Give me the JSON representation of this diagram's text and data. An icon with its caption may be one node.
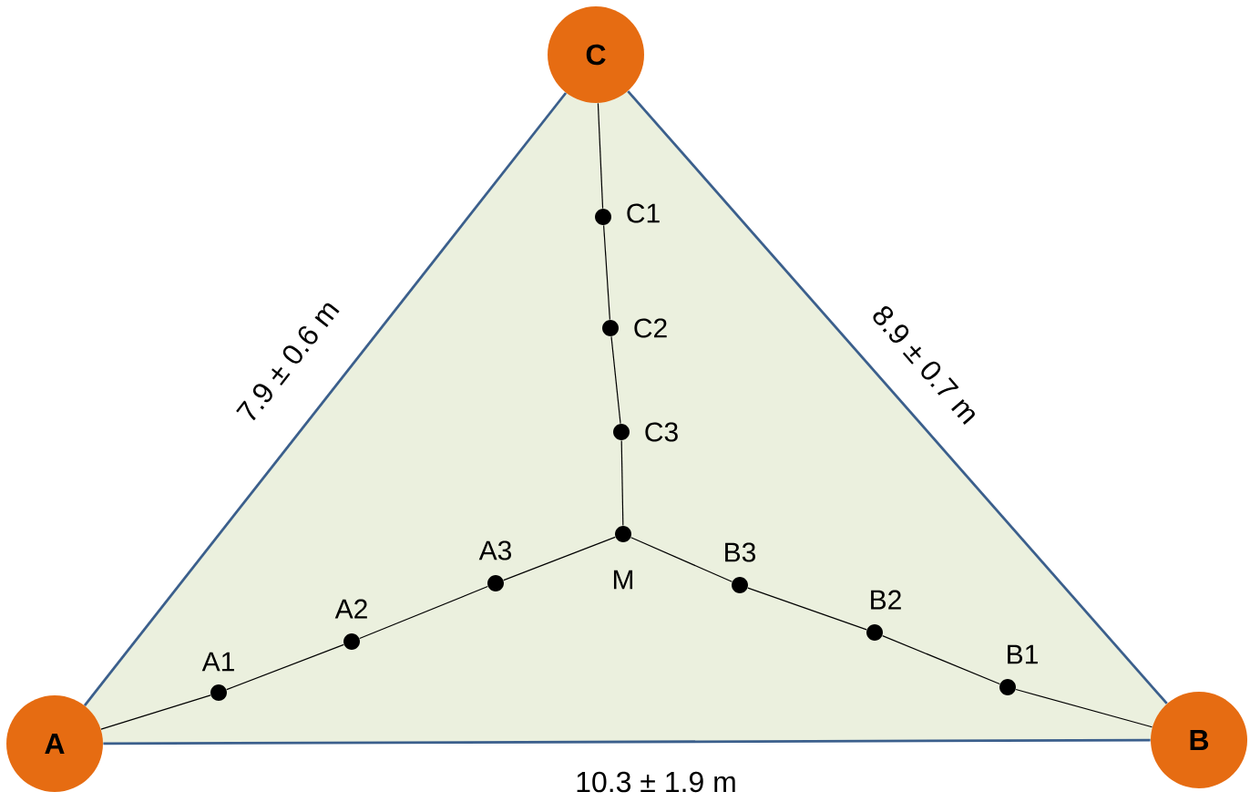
{
  "diagram": {
    "nodes": [
      {
        "text": [
          "A"
        ]
      },
      {
        "text": [
          "B"
        ]
      },
      {
        "text": [
          "C"
        ]
      },
      {
        "text": [],
        "shape": "circle",
        "beside": [
          "M"
        ]
      },
      {
        "text": [],
        "shape": "circle",
        "beside": [
          "A1"
        ]
      },
      {
        "text": [],
        "shape": "circle",
        "beside": [
          "A2"
        ]
      },
      {
        "text": [],
        "shape": "circle",
        "beside": [
          "A3"
        ]
      },
      {
        "text": [],
        "shape": "circle",
        "beside": [
          "B1"
        ]
      },
      {
        "text": [],
        "shape": "circle",
        "beside": [
          "B2"
        ]
      },
      {
        "text": [],
        "shape": "circle",
        "beside": [
          "B3"
        ]
      },
      {
        "text": [],
        "shape": "circle",
        "beside": [
          "C1"
        ]
      },
      {
        "text": [],
        "shape": "circle",
        "beside": [
          "C2"
        ]
      },
      {
        "text": [],
        "shape": "circle",
        "beside": [
          "C3"
        ]
      }
    ],
    "edges": [
      {
        "from": 0,
        "to": 1,
        "arrow": "none",
        "label": "10.3 ± 1.9 m",
        "color": "#3b5f8c"
      },
      {
        "from": 1,
        "to": 2,
        "arrow": "none",
        "label": "8.9 ± 0.7 m",
        "color": "#3b5f8c"
      },
      {
        "from": 2,
        "to": 0,
        "arrow": "none",
        "label": "7.9 ± 0.6 m",
        "color": "#3b5f8c"
      },
      {
        "from": 0,
        "to": 4,
        "arrow": "none"
      },
      {
        "from": 4,
        "to": 5,
        "arrow": "none"
      },
      {
        "from": 5,
        "to": 6,
        "arrow": "none"
      },
      {
        "from": 6,
        "to": 3,
        "arrow": "none"
      },
      {
        "from": 1,
        "to": 7,
        "arrow": "none"
      },
      {
        "from": 7,
        "to": 8,
        "arrow": "none"
      },
      {
        "from": 8,
        "to": 9,
        "arrow": "none"
      },
      {
        "from": 9,
        "to": 3,
        "arrow": "none"
      },
      {
        "from": 2,
        "to": 10,
        "arrow": "none"
      },
      {
        "from": 10,
        "to": 11,
        "arrow": "none"
      },
      {
        "from": 11,
        "to": 12,
        "arrow": "none"
      },
      {
        "from": 12,
        "to": 3,
        "arrow": "none"
      }
    ]
  }
}
